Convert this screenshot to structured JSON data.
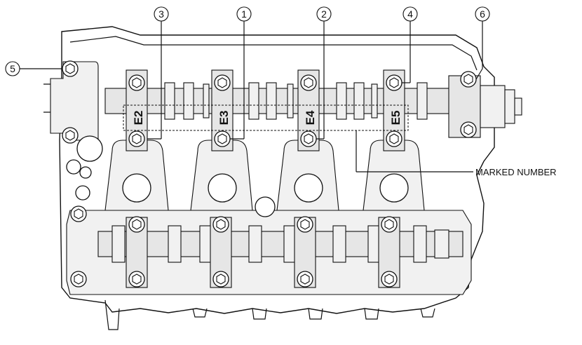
{
  "figure": {
    "marked_number_label": "MARKED NUMBER",
    "callouts": [
      "3",
      "1",
      "2",
      "4",
      "6",
      "5"
    ],
    "cap_marks": [
      "E2",
      "E3",
      "E4",
      "E5"
    ]
  }
}
